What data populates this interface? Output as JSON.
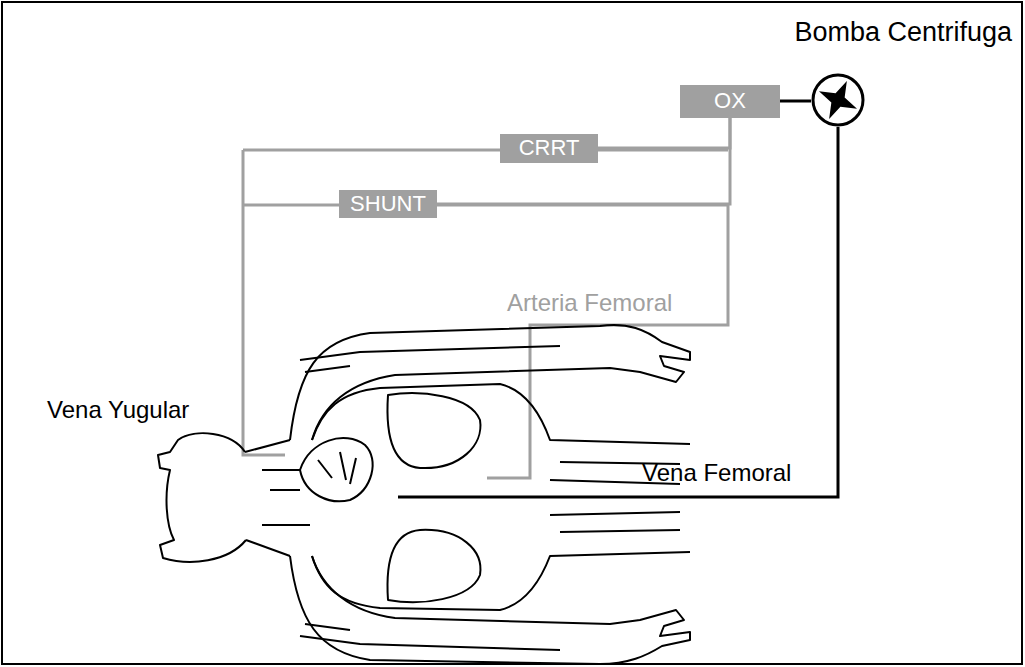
{
  "diagram": {
    "nodes": [
      {
        "text": [
          "Bomba Centrifuga"
        ]
      },
      {
        "text": [
          "OX"
        ]
      },
      {
        "text": [
          "CRRT"
        ]
      },
      {
        "text": [
          "SHUNT"
        ]
      }
    ],
    "edges": [
      {
        "from": 0,
        "to": 1,
        "arrow": "none"
      },
      {
        "from": 1,
        "to": 2,
        "arrow": "none"
      },
      {
        "from": 1,
        "to": 3,
        "arrow": "none"
      }
    ],
    "labels": [
      "Arteria Femoral",
      "Vena Yugular",
      "Vena Femoral"
    ]
  }
}
